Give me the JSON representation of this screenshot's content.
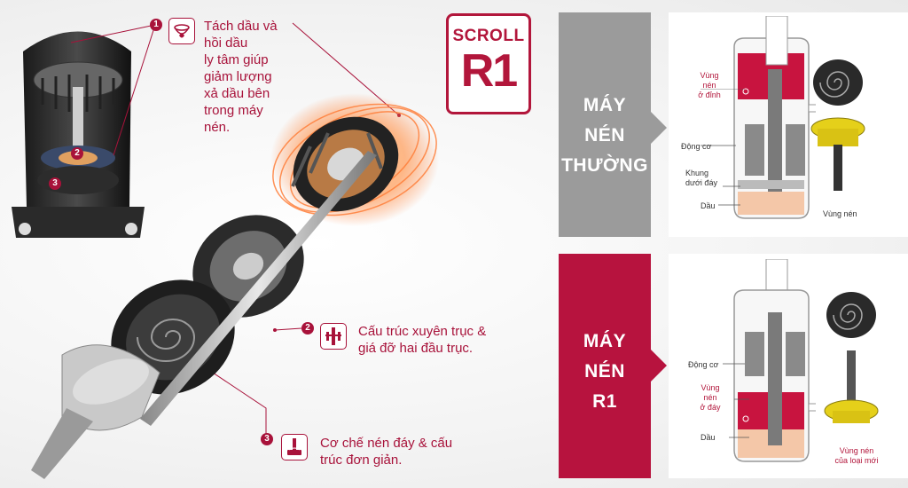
{
  "callouts": [
    {
      "number": "1",
      "lines": [
        "Tách dầu và",
        "hồi dầu",
        "ly tâm giúp",
        "giảm lượng",
        "xả dầu bên",
        "trong máy",
        "nén."
      ]
    },
    {
      "number": "2",
      "lines": [
        "Cấu trúc xuyên trục &",
        "giá đỡ hai đầu trục."
      ]
    },
    {
      "number": "3",
      "lines": [
        "Cơ chế nén đáy & cấu",
        "trúc đơn giản."
      ]
    }
  ],
  "logo": {
    "top": "SCROLL",
    "bottom": "R1"
  },
  "panels": [
    {
      "tag_lines": [
        "MÁY",
        "NÉN",
        "THƯỜNG"
      ],
      "tag_color": "#9b9b9b",
      "labels": {
        "zone": [
          "Vùng",
          "nén",
          "ở đỉnh"
        ],
        "motor": "Động cơ",
        "frame": [
          "Khung",
          "dưới đáy"
        ],
        "oil": "Dầu",
        "scroll": "Vùng nén"
      }
    },
    {
      "tag_lines": [
        "MÁY",
        "NÉN",
        "R1"
      ],
      "tag_color": "#b7133e",
      "labels": {
        "motor": "Động cơ",
        "zone": [
          "Vùng",
          "nén",
          "ở đáy"
        ],
        "oil": "Dầu",
        "scroll": [
          "Vùng nén",
          "của loại mới"
        ]
      }
    }
  ],
  "colors": {
    "accent": "#b2163b",
    "gray_tag": "#9b9b9b",
    "red_tag": "#b7133e",
    "oil": "#f4c7a8",
    "chamber": "#c8143f"
  }
}
